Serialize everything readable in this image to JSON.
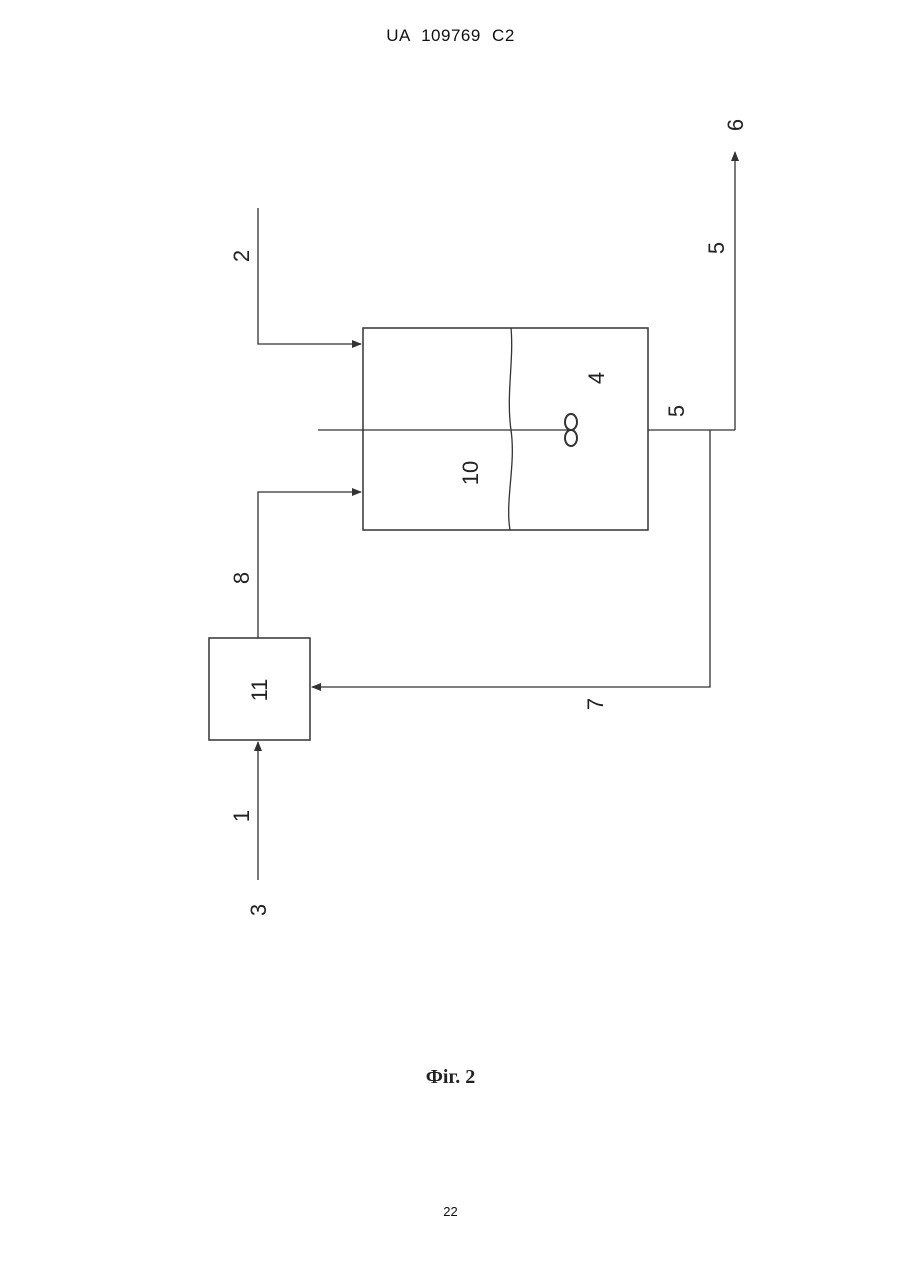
{
  "header": {
    "text": "UA   109769   C2"
  },
  "figure": {
    "labels": {
      "stream_3": "3",
      "stream_1": "1",
      "unit_11": "11",
      "stream_8": "8",
      "stream_7": "7",
      "stream_2": "2",
      "zone_10": "10",
      "zone_4": "4",
      "outlet_5": "5",
      "stream_5": "5",
      "stream_6": "6"
    },
    "caption": "Фіг. 2"
  },
  "footer": {
    "page_number": "22"
  }
}
